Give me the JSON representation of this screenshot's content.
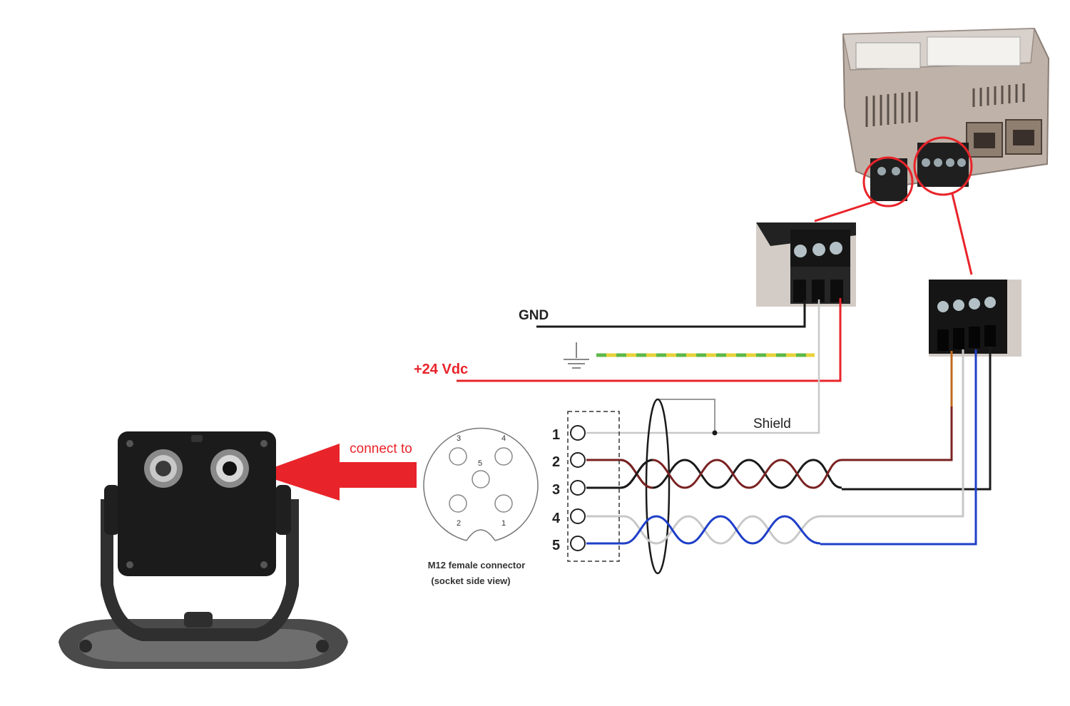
{
  "labels": {
    "gnd": "GND",
    "vdc": "+24 Vdc",
    "shield": "Shield",
    "connect_to": "connect to",
    "connector_title": "M12 female connector",
    "connector_subtitle": "(socket side view)"
  },
  "pins": [
    "1",
    "2",
    "3",
    "4",
    "5"
  ],
  "socket_pins": [
    "1",
    "2",
    "3",
    "4",
    "5"
  ],
  "colors": {
    "red_wire": "#e8242a",
    "black_wire": "#1a1a1a",
    "brown_wire": "#7a2222",
    "blue_wire": "#1f3fc8",
    "grey_wire": "#c8c8c8",
    "orange_wire": "#c06a1e",
    "ground_yellow": "#e8d23a",
    "ground_green": "#5cb84a",
    "arrow_red": "#e8242a",
    "device_body": "#c9bdb4"
  },
  "icons": {
    "ground": "ground-symbol-icon",
    "arrow": "arrow-left-icon"
  }
}
